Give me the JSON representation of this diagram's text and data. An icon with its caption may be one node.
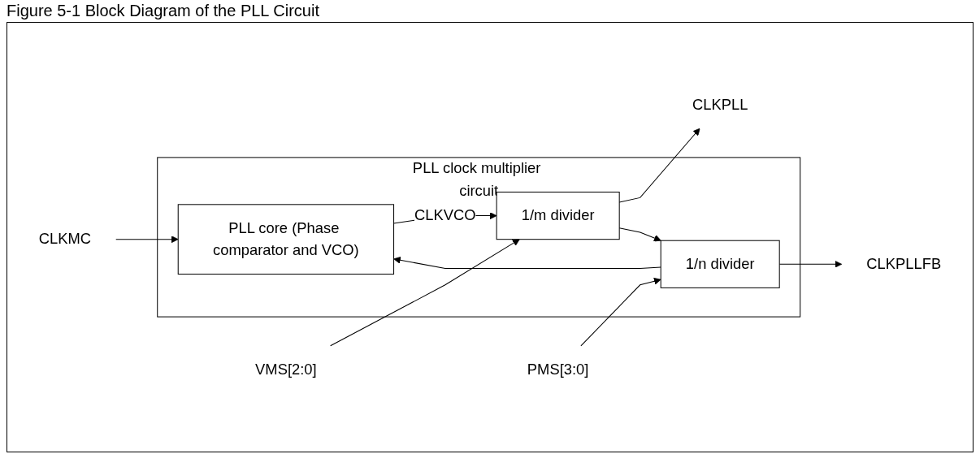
{
  "diagram": {
    "title": "Figure 5-1 Block Diagram of the PLL Circuit",
    "nodes": [
      {
        "text": [
          "PLL clock multiplier circuit"
        ]
      },
      {
        "text": [
          "CLKMC"
        ]
      },
      {
        "text": [
          "PLL core (Phase comparator and VCO)"
        ],
        "in": 0
      },
      {
        "text": [
          "1/m divider"
        ],
        "in": 0
      },
      {
        "text": [
          "CLKPLL"
        ]
      },
      {
        "text": [
          "1/n divider"
        ],
        "in": 0
      },
      {
        "text": [
          "CLKPLLFB"
        ]
      },
      {
        "text": [
          "PMS[3:0]"
        ]
      },
      {
        "text": [
          "VMS[2:0]"
        ]
      }
    ],
    "edges": [
      {
        "from": 1,
        "to": 2,
        "arrow": "to"
      },
      {
        "from": 2,
        "to": 3,
        "arrow": "to",
        "label": "CLKVCO"
      },
      {
        "from": 3,
        "to": 4,
        "arrow": "to"
      },
      {
        "from": 3,
        "to": 5,
        "arrow": "to"
      },
      {
        "from": 5,
        "to": 2,
        "arrow": "to"
      },
      {
        "from": 5,
        "to": 6,
        "arrow": "to"
      },
      {
        "from": 7,
        "to": 5,
        "arrow": "to"
      },
      {
        "from": 8,
        "to": 3,
        "arrow": "to"
      }
    ]
  }
}
